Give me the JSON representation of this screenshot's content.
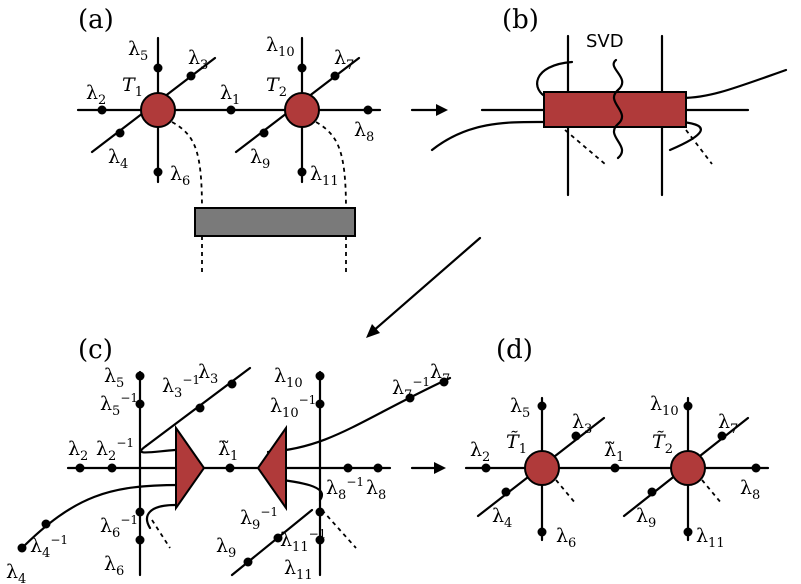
{
  "colors": {
    "tensor": "#b03a3a",
    "gray_box": "#7a7a7a",
    "ink": "#000000"
  },
  "panels": {
    "a": "(a)",
    "b": "(b)",
    "c": "(c)",
    "d": "(d)"
  },
  "svd_label": "SVD",
  "symbols": {
    "lambda": "λ",
    "T": "T",
    "T_tilde": "T̃",
    "lambda_tilde": "λ̃",
    "inverse_exp": "−1"
  },
  "subscripts": {
    "s1": "1",
    "s2": "2",
    "s3": "3",
    "s4": "4",
    "s5": "5",
    "s6": "6",
    "s7": "7",
    "s8": "8",
    "s9": "9",
    "s10": "10",
    "s11": "11"
  }
}
